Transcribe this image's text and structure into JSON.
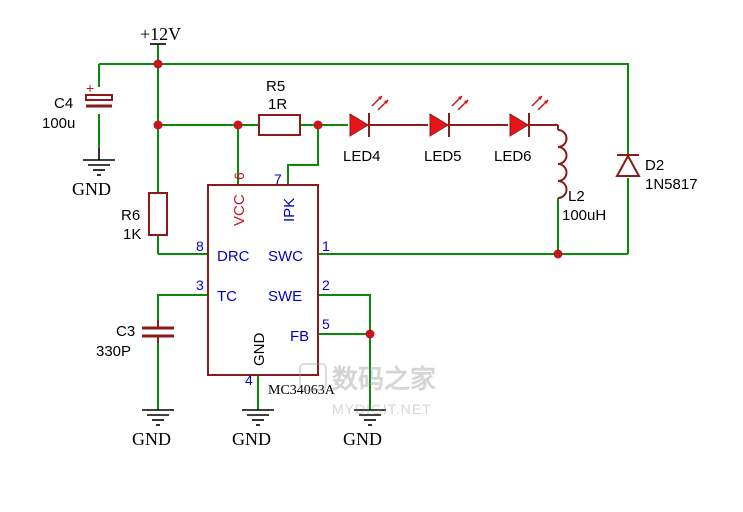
{
  "supply_label": "+12V",
  "gnd_label": "GND",
  "components": {
    "C4": {
      "ref": "C4",
      "value": "100u"
    },
    "R5": {
      "ref": "R5",
      "value": "1R"
    },
    "R6": {
      "ref": "R6",
      "value": "1K"
    },
    "C3": {
      "ref": "C3",
      "value": "330P"
    },
    "L2": {
      "ref": "L2",
      "value": "100uH"
    },
    "D2": {
      "ref": "D2",
      "value": "1N5817"
    },
    "LED4": {
      "ref": "LED4"
    },
    "LED5": {
      "ref": "LED5"
    },
    "LED6": {
      "ref": "LED6"
    },
    "U": {
      "part": "MC34063A"
    }
  },
  "pins": {
    "vcc": {
      "num": "6",
      "name": "VCC"
    },
    "ipk": {
      "num": "7",
      "name": "IPK"
    },
    "drc": {
      "num": "8",
      "name": "DRC"
    },
    "swc": {
      "num": "1",
      "name": "SWC"
    },
    "tc": {
      "num": "3",
      "name": "TC"
    },
    "swe": {
      "num": "2",
      "name": "SWE"
    },
    "fb": {
      "num": "5",
      "name": "FB"
    },
    "gnd": {
      "num": "4",
      "name": "GND"
    }
  },
  "watermark": {
    "title": "数码之家",
    "url": "MYDIGIT.NET"
  },
  "colors": {
    "wire": "#0a8a0a",
    "body": "#8b1a1a",
    "led": "#e8141a",
    "pin": "#0000cc",
    "junction": "#c8141a"
  }
}
